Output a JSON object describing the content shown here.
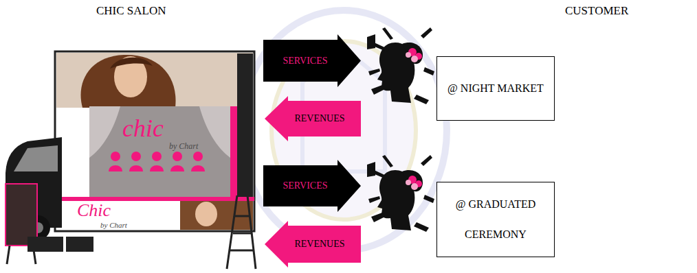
{
  "diagram": {
    "nodes": [
      {
        "text": [
          "SERVICES"
        ]
      },
      {
        "text": [
          "@ NIGHT MARKET"
        ]
      },
      {
        "text": [
          "REVENUES"
        ]
      },
      {
        "text": [
          "SERVICES"
        ]
      },
      {
        "text": [
          "@ GRADUATED CEREMONY"
        ]
      },
      {
        "text": [
          "REVENUES"
        ]
      }
    ],
    "labels": [
      "CHIC SALON",
      "CUSTOMER",
      "chic",
      "by Chart",
      "Chic",
      "by Chart"
    ]
  }
}
